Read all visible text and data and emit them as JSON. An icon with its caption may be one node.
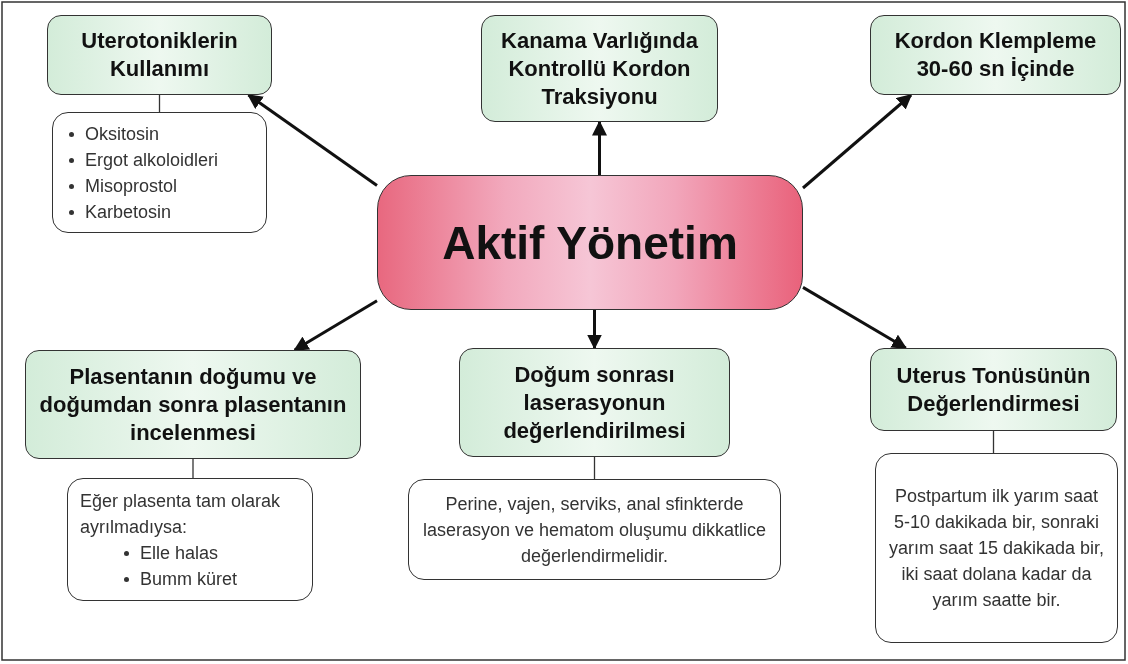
{
  "diagram": {
    "nodes": [
      {
        "text": [
          "Aktif Yönetim"
        ]
      },
      {
        "text": [
          "Uterotoniklerin Kullanımı"
        ]
      },
      {
        "text": [
          "Oksitosin",
          "Ergot alkoloidleri",
          "Misoprostol",
          "Karbetosin"
        ]
      },
      {
        "text": [
          "Kanama Varlığında Kontrollü Kordon Traksiyonu"
        ]
      },
      {
        "text": [
          "Kordon Klempleme 30-60 sn İçinde"
        ]
      },
      {
        "text": [
          "Plasentanın doğumu ve doğumdan sonra plasentanın incelenmesi"
        ]
      },
      {
        "text": [
          "Eğer plasenta tam olarak ayrılmadıysa:",
          "Elle halas",
          "Bumm küret"
        ]
      },
      {
        "text": [
          "Doğum sonrası laserasyonun değerlendirilmesi"
        ]
      },
      {
        "text": [
          "Perine, vajen, serviks, anal sfinkterde laserasyon ve hematom oluşumu dikkatlice değerlendirmelidir."
        ]
      },
      {
        "text": [
          "Uterus Tonüsünün Değerlendirmesi"
        ]
      },
      {
        "text": [
          "Postpartum ilk yarım saat 5-10 dakikada bir, sonraki yarım saat 15 dakikada bir, iki saat dolana kadar da yarım saatte bir."
        ]
      }
    ],
    "edges": [
      {
        "from": 0,
        "to": 1,
        "arrow": "to"
      },
      {
        "from": 1,
        "to": 2,
        "arrow": "none"
      },
      {
        "from": 0,
        "to": 3,
        "arrow": "to"
      },
      {
        "from": 0,
        "to": 4,
        "arrow": "to"
      },
      {
        "from": 0,
        "to": 5,
        "arrow": "to"
      },
      {
        "from": 5,
        "to": 6,
        "arrow": "none"
      },
      {
        "from": 0,
        "to": 7,
        "arrow": "to"
      },
      {
        "from": 7,
        "to": 8,
        "arrow": "none"
      },
      {
        "from": 0,
        "to": 9,
        "arrow": "to"
      },
      {
        "from": 9,
        "to": 10,
        "arrow": "none"
      }
    ]
  }
}
